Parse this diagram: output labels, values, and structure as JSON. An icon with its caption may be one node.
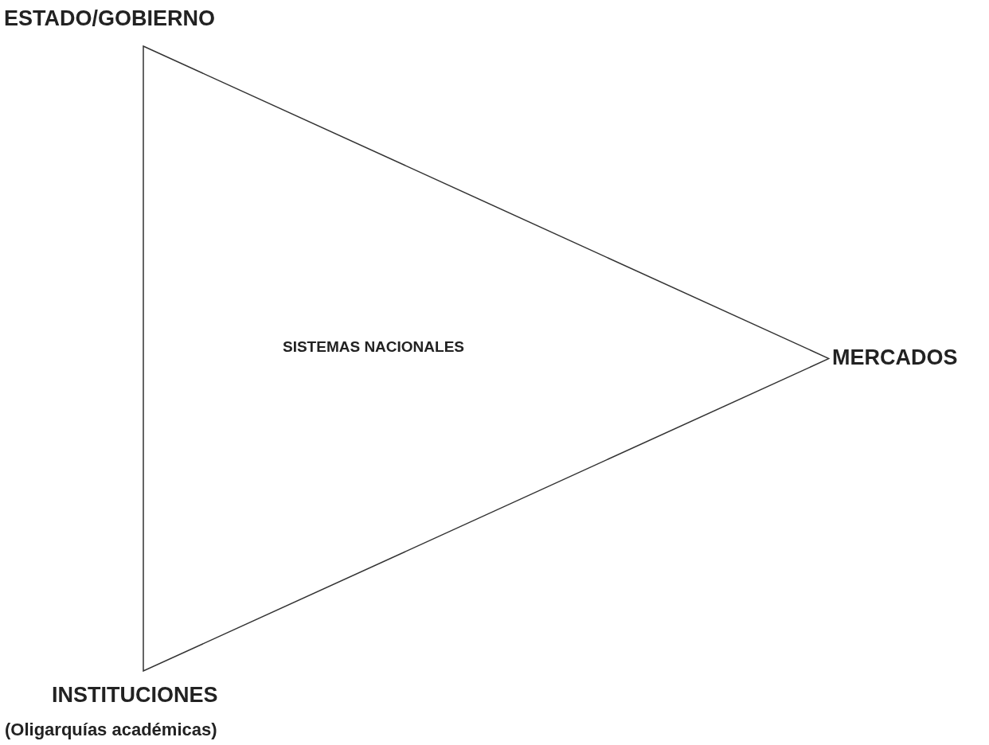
{
  "diagram": {
    "nodes": [
      {
        "text": [
          "SISTEMAS NACIONALES"
        ]
      }
    ],
    "labels": [
      "ESTADO/GOBIERNO",
      "MERCADOS",
      "INSTITUCIONES",
      "(Oligarquías académicas)"
    ]
  }
}
